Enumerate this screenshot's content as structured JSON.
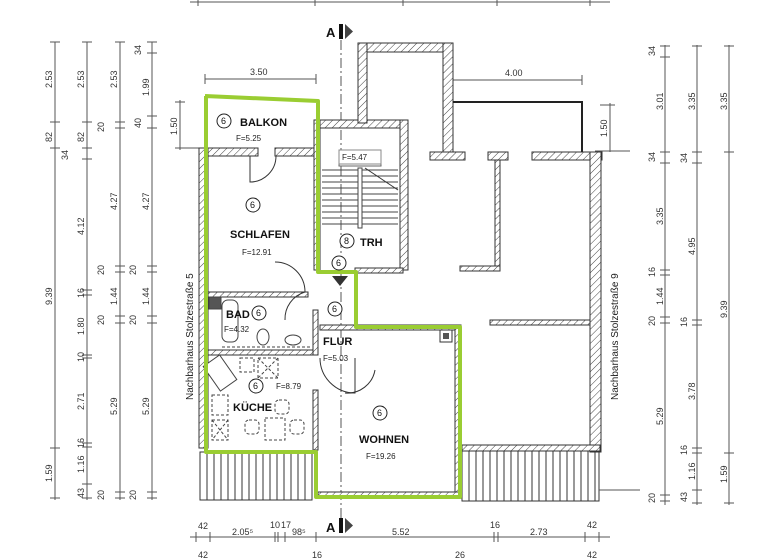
{
  "plan": {
    "title": "Floor plan",
    "highlight_color": "#9acd32",
    "wall_color": "#333333",
    "section_marker": {
      "label": "A"
    },
    "neighbors": {
      "left": "Nachbarhaus Stolzestraße 5",
      "right": "Nachbarhaus Stolzestraße 9"
    },
    "rooms": [
      {
        "id": "balkon",
        "num": "6",
        "name": "BALKON",
        "area": "F=5.25"
      },
      {
        "id": "schlafen",
        "num": "6",
        "name": "SCHLAFEN",
        "area": "F=12.91"
      },
      {
        "id": "bad",
        "num": "6",
        "name": "BAD",
        "area": "F=4.32"
      },
      {
        "id": "kueche",
        "num": "6",
        "name": "KÜCHE",
        "area": "F=8.79"
      },
      {
        "id": "flur",
        "num": "6",
        "name": "FLUR",
        "area": "F=5.03"
      },
      {
        "id": "wohnen",
        "num": "6",
        "name": "WOHNEN",
        "area": "F=19.26"
      },
      {
        "id": "trh",
        "num": "8",
        "name": "TRH",
        "area": "F=5.47"
      }
    ],
    "extra_circle_nums": [
      "6",
      "6"
    ],
    "dims_top": {
      "balkon_width": "3.50",
      "right_balcony_width": "4.00"
    },
    "dims_side": {
      "left_balcony_depth": "1.50",
      "right_balcony_depth": "1.50"
    },
    "dims_left": {
      "col1": [
        "2.53",
        "82",
        "34",
        "4.12",
        "16",
        "1.80",
        "10",
        "2.71",
        "16",
        "1.16",
        "43"
      ],
      "col1_total": [
        "9.39",
        "1.59"
      ],
      "col2": [
        "2.53",
        "82",
        "34",
        "20",
        "1.44",
        "20"
      ],
      "col3": [
        "2.53",
        "20",
        "4.27",
        "20",
        "1.44",
        "20",
        "5.29",
        "20"
      ],
      "col4": [
        "34",
        "1.99",
        "40",
        "4.27",
        "20",
        "1.44",
        "20",
        "5.29",
        "20"
      ]
    },
    "dims_right": {
      "col1": [
        "34",
        "3.01",
        "34",
        "3.35",
        "16",
        "1.44",
        "20",
        "5.29",
        "20"
      ],
      "col2": [
        "3.35",
        "34",
        "4.95",
        "16",
        "3.78",
        "16",
        "1.16",
        "43"
      ],
      "col3": [
        "3.35",
        "9.39",
        "1.59"
      ]
    },
    "dims_bottom": {
      "row1": [
        "42",
        "2.05⁵",
        "10",
        "17",
        "98⁵",
        "5.52",
        "16",
        "2.73",
        "42"
      ],
      "row2": [
        "42",
        "16",
        "26",
        "42"
      ]
    }
  }
}
